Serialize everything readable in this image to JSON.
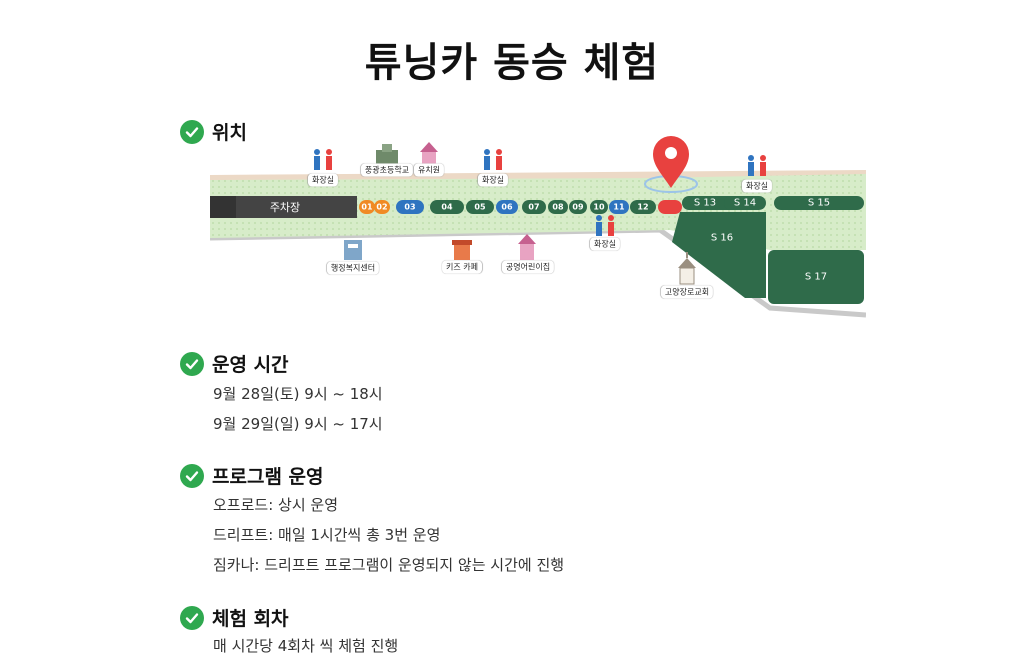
{
  "title": "튜닝카 동승 체험",
  "sections": {
    "location": {
      "title": "위치"
    },
    "hours": {
      "title": "운영 시간",
      "lines": [
        "9월 28일(토) 9시 ~ 18시",
        "9월 29일(일) 9시 ~ 17시"
      ]
    },
    "program": {
      "title": "프로그램 운영",
      "lines": [
        "오프로드: 상시 운영",
        "드리프트: 매일 1시간씩 총 3번 운영",
        "짐카나: 드리프트 프로그램이 운영되지 않는 시간에 진행"
      ]
    },
    "session": {
      "title": "체험 회차",
      "lines": [
        "매 시간당 4회차 씩 체험 진행"
      ]
    }
  },
  "map": {
    "parking": "주차장",
    "slots": [
      "01",
      "02",
      "03",
      "04",
      "05",
      "06",
      "07",
      "08",
      "09",
      "10",
      "11",
      "12"
    ],
    "zones": [
      "S 13",
      "S 14",
      "S 15",
      "S 16",
      "S 17"
    ],
    "labels": {
      "restroom": "화장실",
      "school": "풍광초등학교",
      "kindergarten": "유치원",
      "admin_center": "행정복지센터",
      "kids_cafe": "키즈 카페",
      "daycare": "공영어린이집",
      "church": "고양장로교회"
    },
    "colors": {
      "accent_green": "#2f6b4a",
      "check_green": "#2fa84f",
      "pin_red": "#e8413f",
      "slot_orange": "#f08a24",
      "slot_blue": "#2f74c0",
      "path_beige": "#ecd9c6",
      "lawn": "#d7ecc9"
    }
  }
}
